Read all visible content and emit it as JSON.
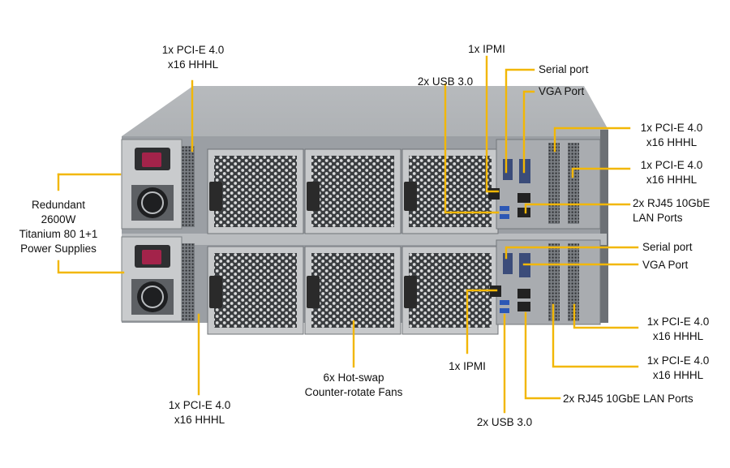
{
  "labels": {
    "top_left_pcie": [
      "1x PCI-E 4.0",
      "x16 HHHL"
    ],
    "top_ipmi": [
      "1x IPMI"
    ],
    "top_usb": [
      "2x USB 3.0"
    ],
    "top_serial": [
      "Serial port"
    ],
    "top_vga": [
      "VGA Port"
    ],
    "right_pcie_1": [
      "1x PCI-E 4.0",
      "x16 HHHL"
    ],
    "right_pcie_2": [
      "1x PCI-E 4.0",
      "x16 HHHL"
    ],
    "right_rj45": [
      "2x RJ45  10GbE",
      "LAN Ports"
    ],
    "psu": [
      "Redundant",
      "2600W",
      "Titanium  80 1+1",
      "Power Supplies"
    ],
    "mid_serial": [
      "Serial port"
    ],
    "mid_vga": [
      "VGA Port"
    ],
    "right_pcie_3": [
      "1x PCI-E 4.0",
      "x16 HHHL"
    ],
    "right_pcie_4": [
      "1x PCI-E 4.0",
      "x16 HHHL"
    ],
    "bottom_ipmi": [
      "1x IPMI"
    ],
    "fans": [
      "6x Hot-swap",
      "Counter-rotate  Fans"
    ],
    "bottom_left_pcie": [
      "1x PCI-E 4.0",
      "x16 HHHL"
    ],
    "bottom_rj45": [
      "2x RJ45  10GbE LAN Ports"
    ],
    "bottom_usb": [
      "2x USB 3.0"
    ]
  },
  "colors": {
    "callout": "#f2b705",
    "chassis": "#9a9ea3",
    "fan_frame": "#c7c9cb",
    "latch": "#2a2a2a",
    "psu_handle": "#a3234a"
  }
}
